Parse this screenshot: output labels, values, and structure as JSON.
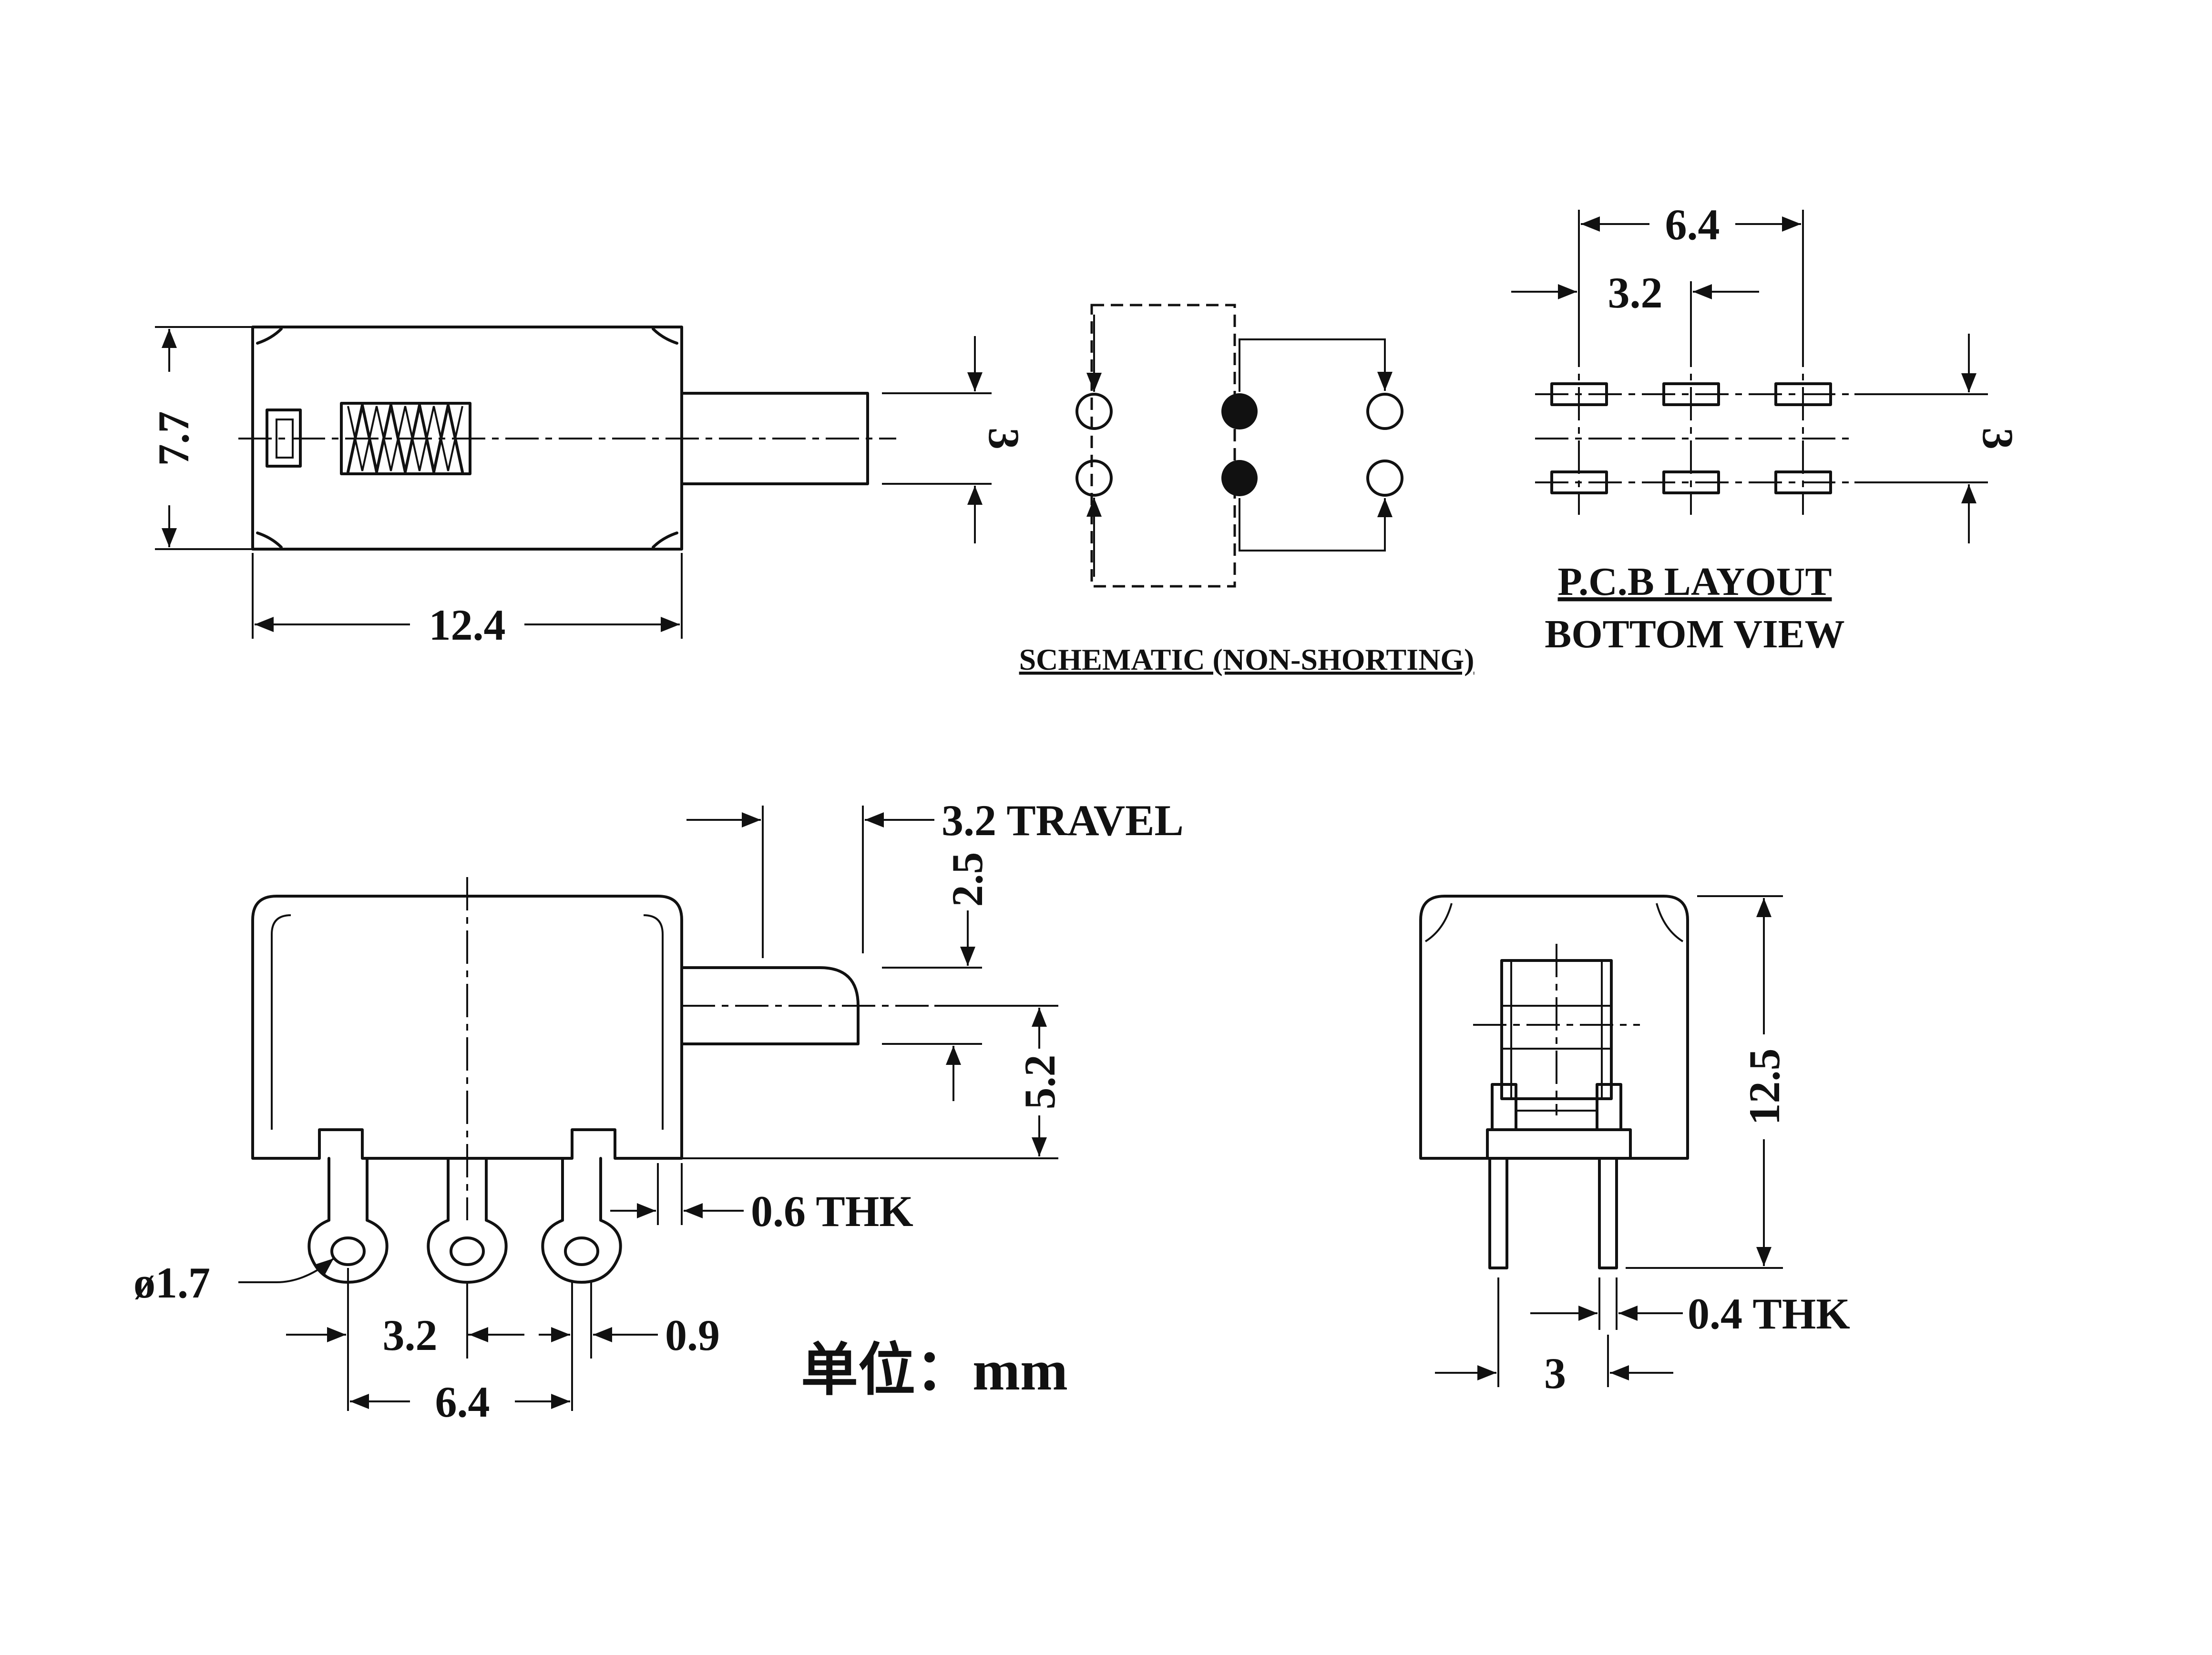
{
  "top_view": {
    "width_label": "12.4",
    "height_label": "7.7",
    "actuator_label": "3"
  },
  "schematic": {
    "title": "SCHEMATIC (NON-SHORTING)"
  },
  "pcb_layout": {
    "pitch_total": "6.4",
    "pitch": "3.2",
    "row_spacing": "3",
    "title_line1": "P.C.B LAYOUT",
    "title_line2": "BOTTOM VIEW"
  },
  "side_view": {
    "travel": "3.2 TRAVEL",
    "actuator_offset": "2.5",
    "actuator_height": "5.2",
    "terminal_thickness": "0.6 THK",
    "hole_diameter": "ø1.7",
    "pitch": "3.2",
    "pitch_total": "6.4",
    "pin_width": "0.9"
  },
  "units": "单位：mm",
  "end_view": {
    "height": "12.5",
    "pin_thickness": "0.4 THK",
    "pin_spacing": "3"
  },
  "colors": {
    "ink": "#111111",
    "paper": "#ffffff"
  }
}
